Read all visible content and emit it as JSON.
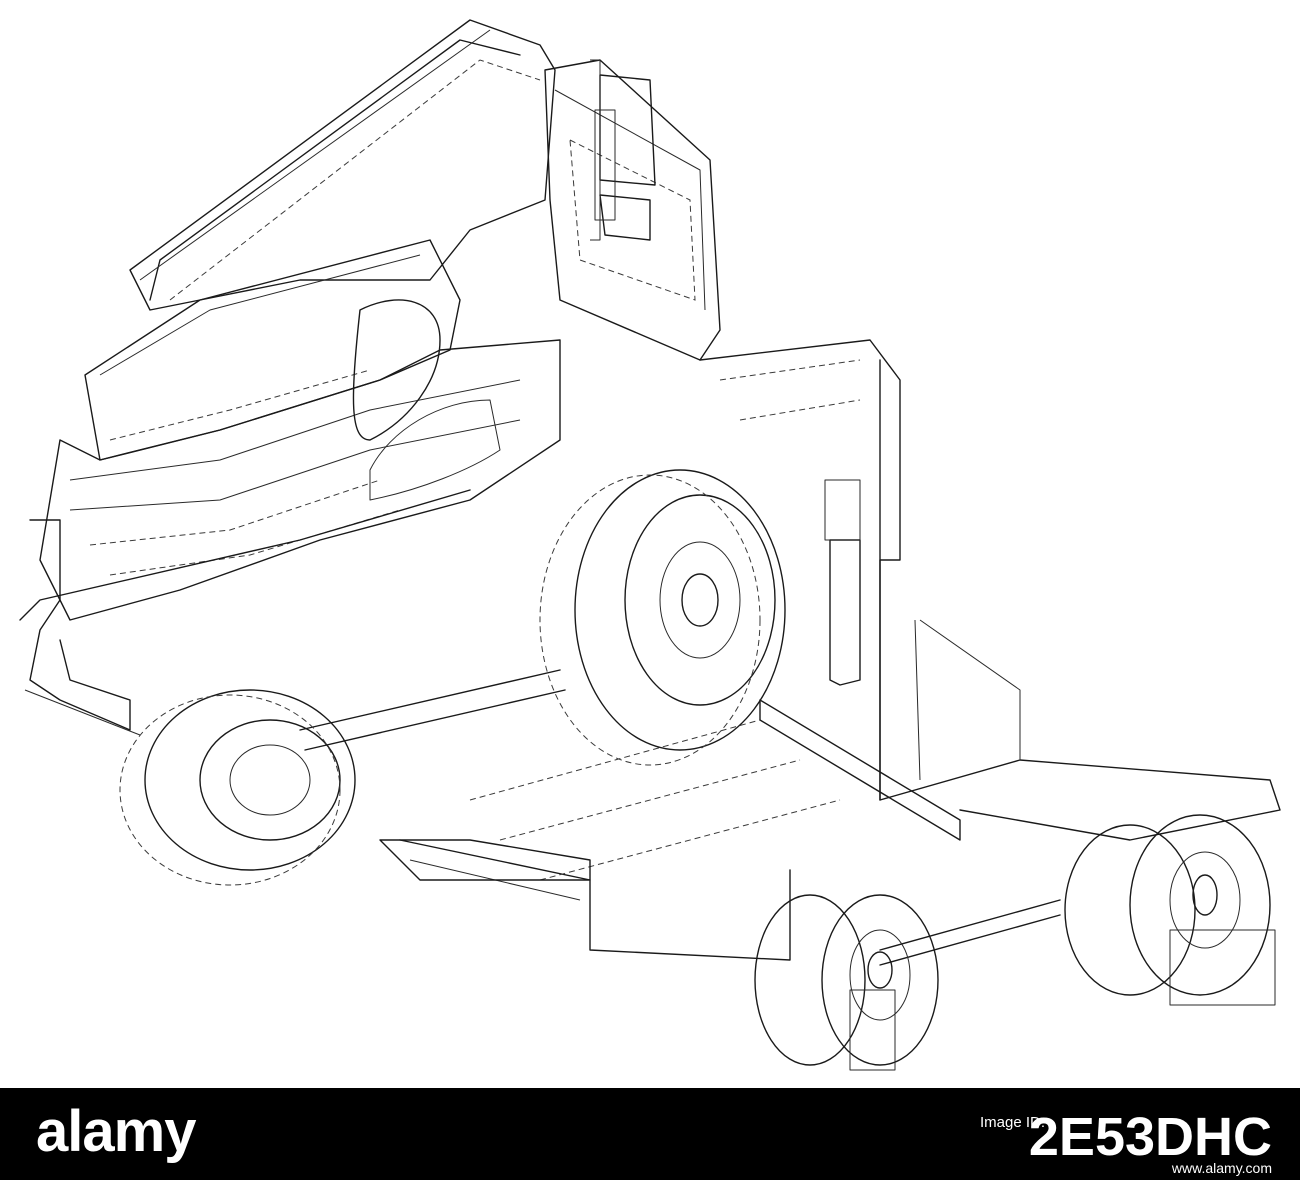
{
  "footer": {
    "logo": "alamy",
    "image_id_label": "Image ID:",
    "image_id": "2E53DHC",
    "site_url": "www.alamy.com",
    "background": "#000000",
    "text_color": "#ffffff"
  },
  "illustration": {
    "subject": "truck-wireframe",
    "line_color": "#1a1a1a",
    "background": "#ffffff"
  }
}
